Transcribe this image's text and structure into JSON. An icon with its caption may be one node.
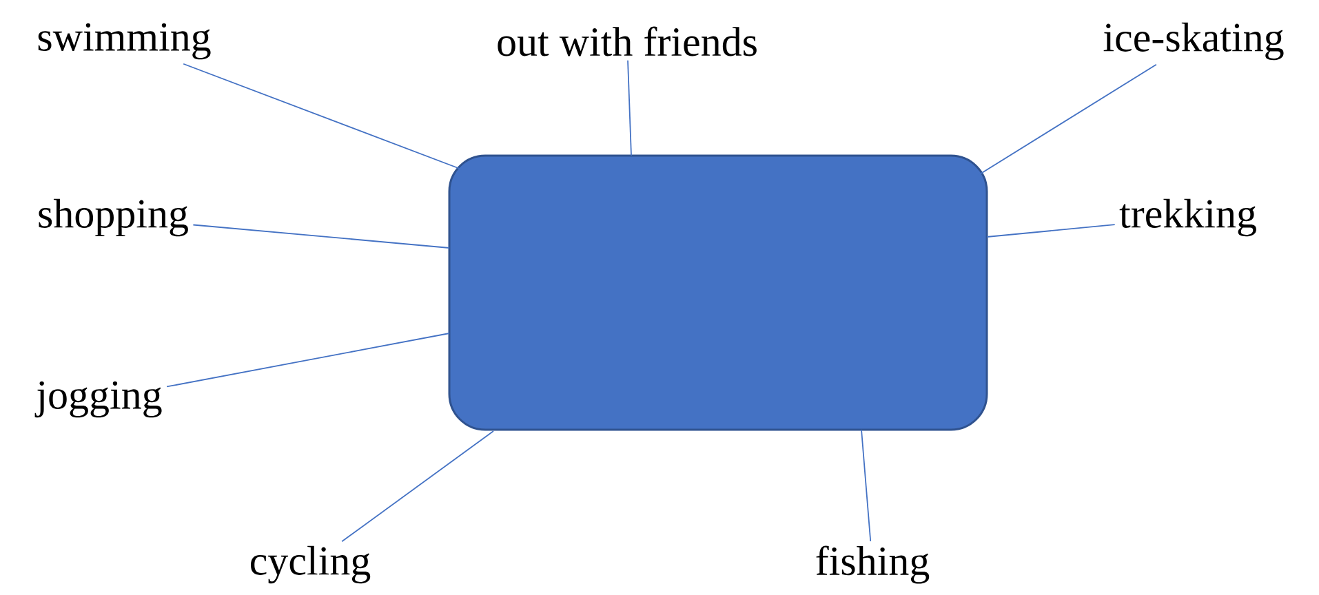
{
  "diagram": {
    "nodes": [
      {
        "text": [],
        "shape": "box"
      },
      {
        "text": [
          "swimming"
        ]
      },
      {
        "text": [
          "out with friends"
        ]
      },
      {
        "text": [
          "ice-skating"
        ]
      },
      {
        "text": [
          "shopping"
        ]
      },
      {
        "text": [
          "trekking"
        ]
      },
      {
        "text": [
          "jogging"
        ]
      },
      {
        "text": [
          "cycling"
        ]
      },
      {
        "text": [
          "fishing"
        ]
      }
    ],
    "edges": [
      {
        "from": 1,
        "to": 0,
        "arrow": "none"
      },
      {
        "from": 2,
        "to": 0,
        "arrow": "none"
      },
      {
        "from": 3,
        "to": 0,
        "arrow": "none"
      },
      {
        "from": 4,
        "to": 0,
        "arrow": "none"
      },
      {
        "from": 5,
        "to": 0,
        "arrow": "none"
      },
      {
        "from": 6,
        "to": 0,
        "arrow": "none"
      },
      {
        "from": 7,
        "to": 0,
        "arrow": "none"
      },
      {
        "from": 8,
        "to": 0,
        "arrow": "none"
      }
    ]
  }
}
